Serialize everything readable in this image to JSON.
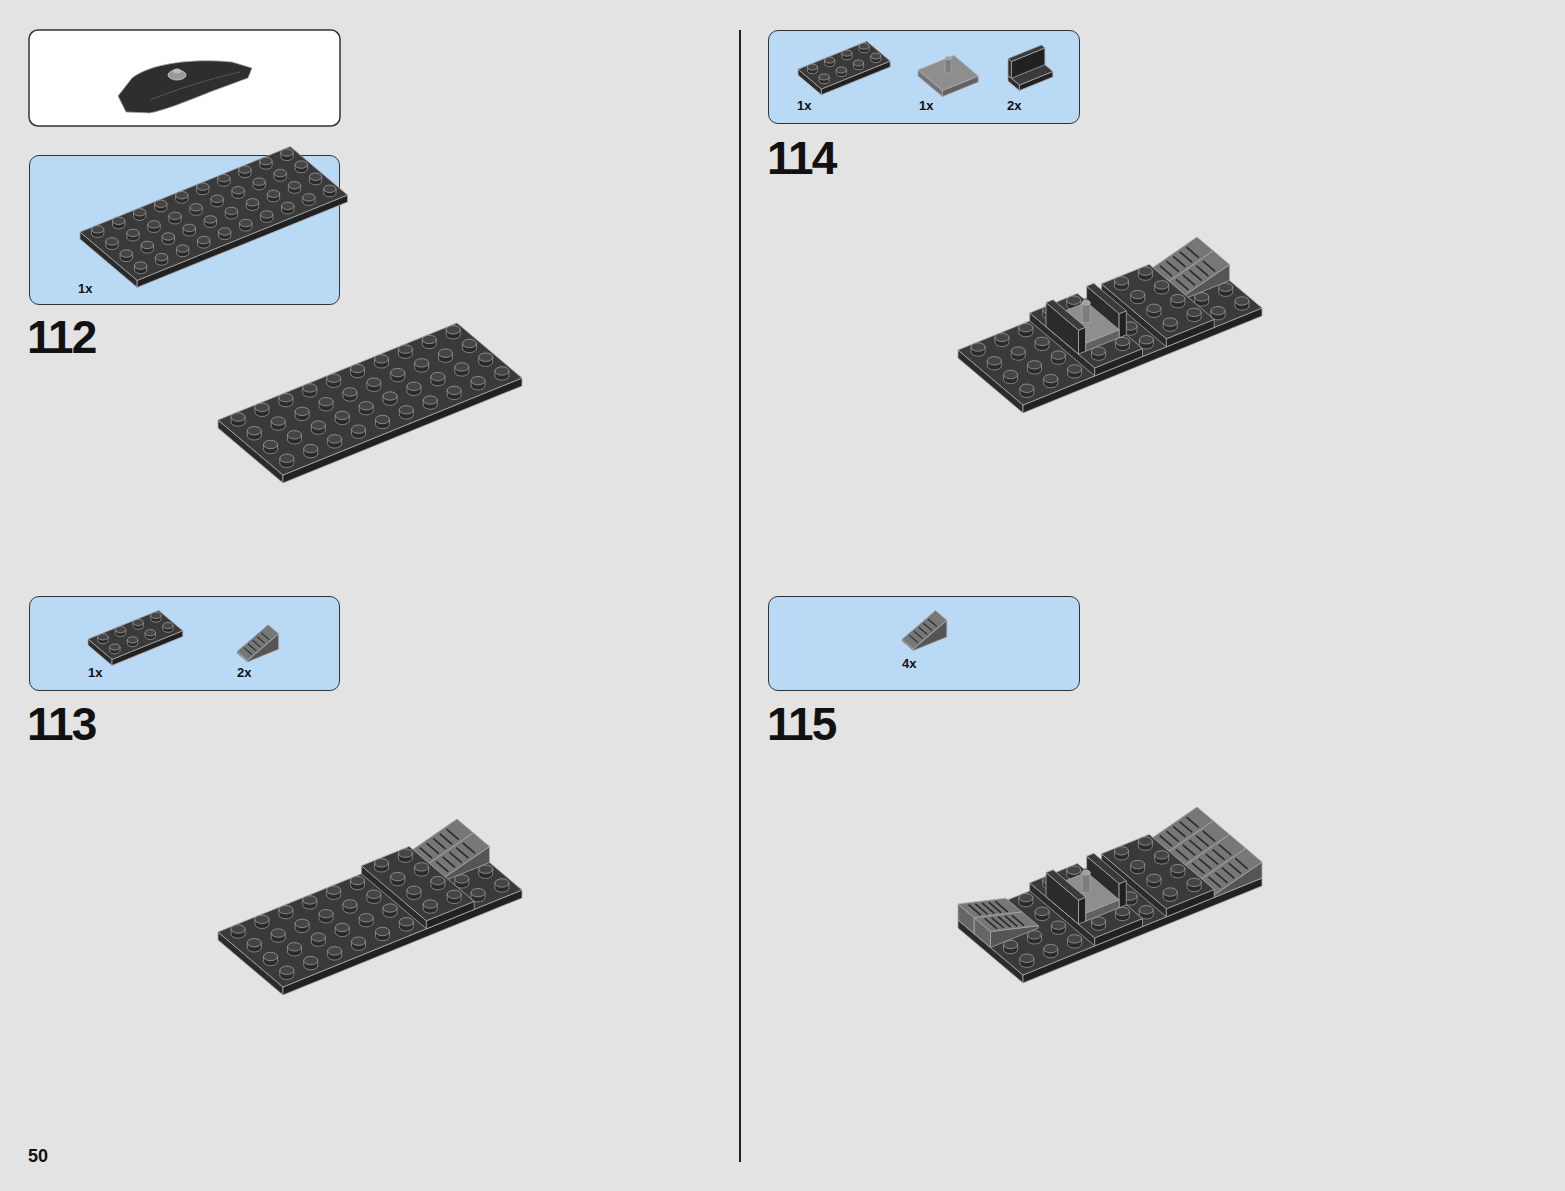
{
  "diagram": {
    "nodes": [
      {
        "text": [
          "1x"
        ]
      },
      {
        "text": [
          "1x",
          "2x"
        ]
      },
      {
        "text": [
          "1x",
          "1x",
          "2x"
        ]
      },
      {
        "text": [
          "4x"
        ]
      }
    ],
    "labels": [
      "112",
      "113",
      "114",
      "115",
      "50"
    ]
  }
}
